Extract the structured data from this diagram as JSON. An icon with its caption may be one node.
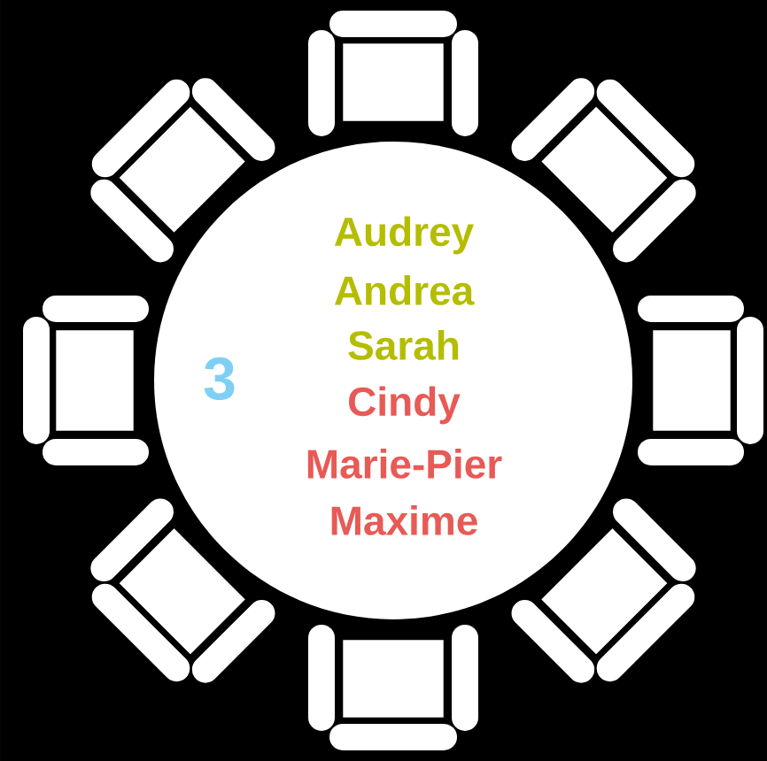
{
  "diagram": {
    "nodes": [
      {
        "text": [
          "3",
          "Audrey",
          "Andrea",
          "Sarah",
          "Cindy",
          "Marie-Pier",
          "Maxime"
        ]
      },
      {
        "text": [],
        "shape": "chair"
      },
      {
        "text": [],
        "shape": "chair"
      },
      {
        "text": [],
        "shape": "chair"
      },
      {
        "text": [],
        "shape": "chair"
      },
      {
        "text": [],
        "shape": "chair"
      },
      {
        "text": [],
        "shape": "chair"
      },
      {
        "text": [],
        "shape": "chair"
      },
      {
        "text": [],
        "shape": "chair"
      }
    ],
    "edges": []
  }
}
